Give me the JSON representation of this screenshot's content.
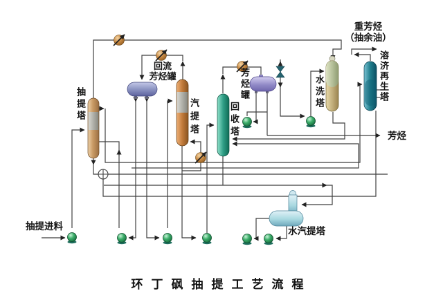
{
  "title": "环丁砜抽提工艺流程",
  "labels": {
    "extraction_tower": "抽提塔",
    "reflux_drum": [
      "回流",
      "芳烃罐"
    ],
    "stripper": "汽提塔",
    "recovery_tower": "回收塔",
    "aromatics_drum": "芳烃罐",
    "wash_tower": "水洗塔",
    "regen_tower": "溶济再生塔",
    "water_stripper": "水汽提塔"
  },
  "streams": {
    "feed": "抽提进料",
    "heavy_aromatics": "重芳烃",
    "raffinate_oil": "（抽余油）",
    "aromatics": "芳烃"
  },
  "icons": {
    "pump": "pump-icon",
    "valve": "valve-icon",
    "mixer": "mixer-icon",
    "control_device": "vertical-valve-icon"
  },
  "colors": {
    "pipe": "#3f3f3f",
    "pump_green": "#1e8a4c",
    "valve_orange": "#b97a35",
    "extraction_tower_tan": "#b98a58",
    "stripper_orange": "#bf7a3f",
    "recovery_teal": "#2f9e86",
    "regen_teal": "#1f7d8c",
    "wash_khaki": "#cdbd85",
    "drum_blue": "#8890bf",
    "drum_purple": "#928bc7",
    "water_stripper_blue": "#a8d8e0"
  }
}
